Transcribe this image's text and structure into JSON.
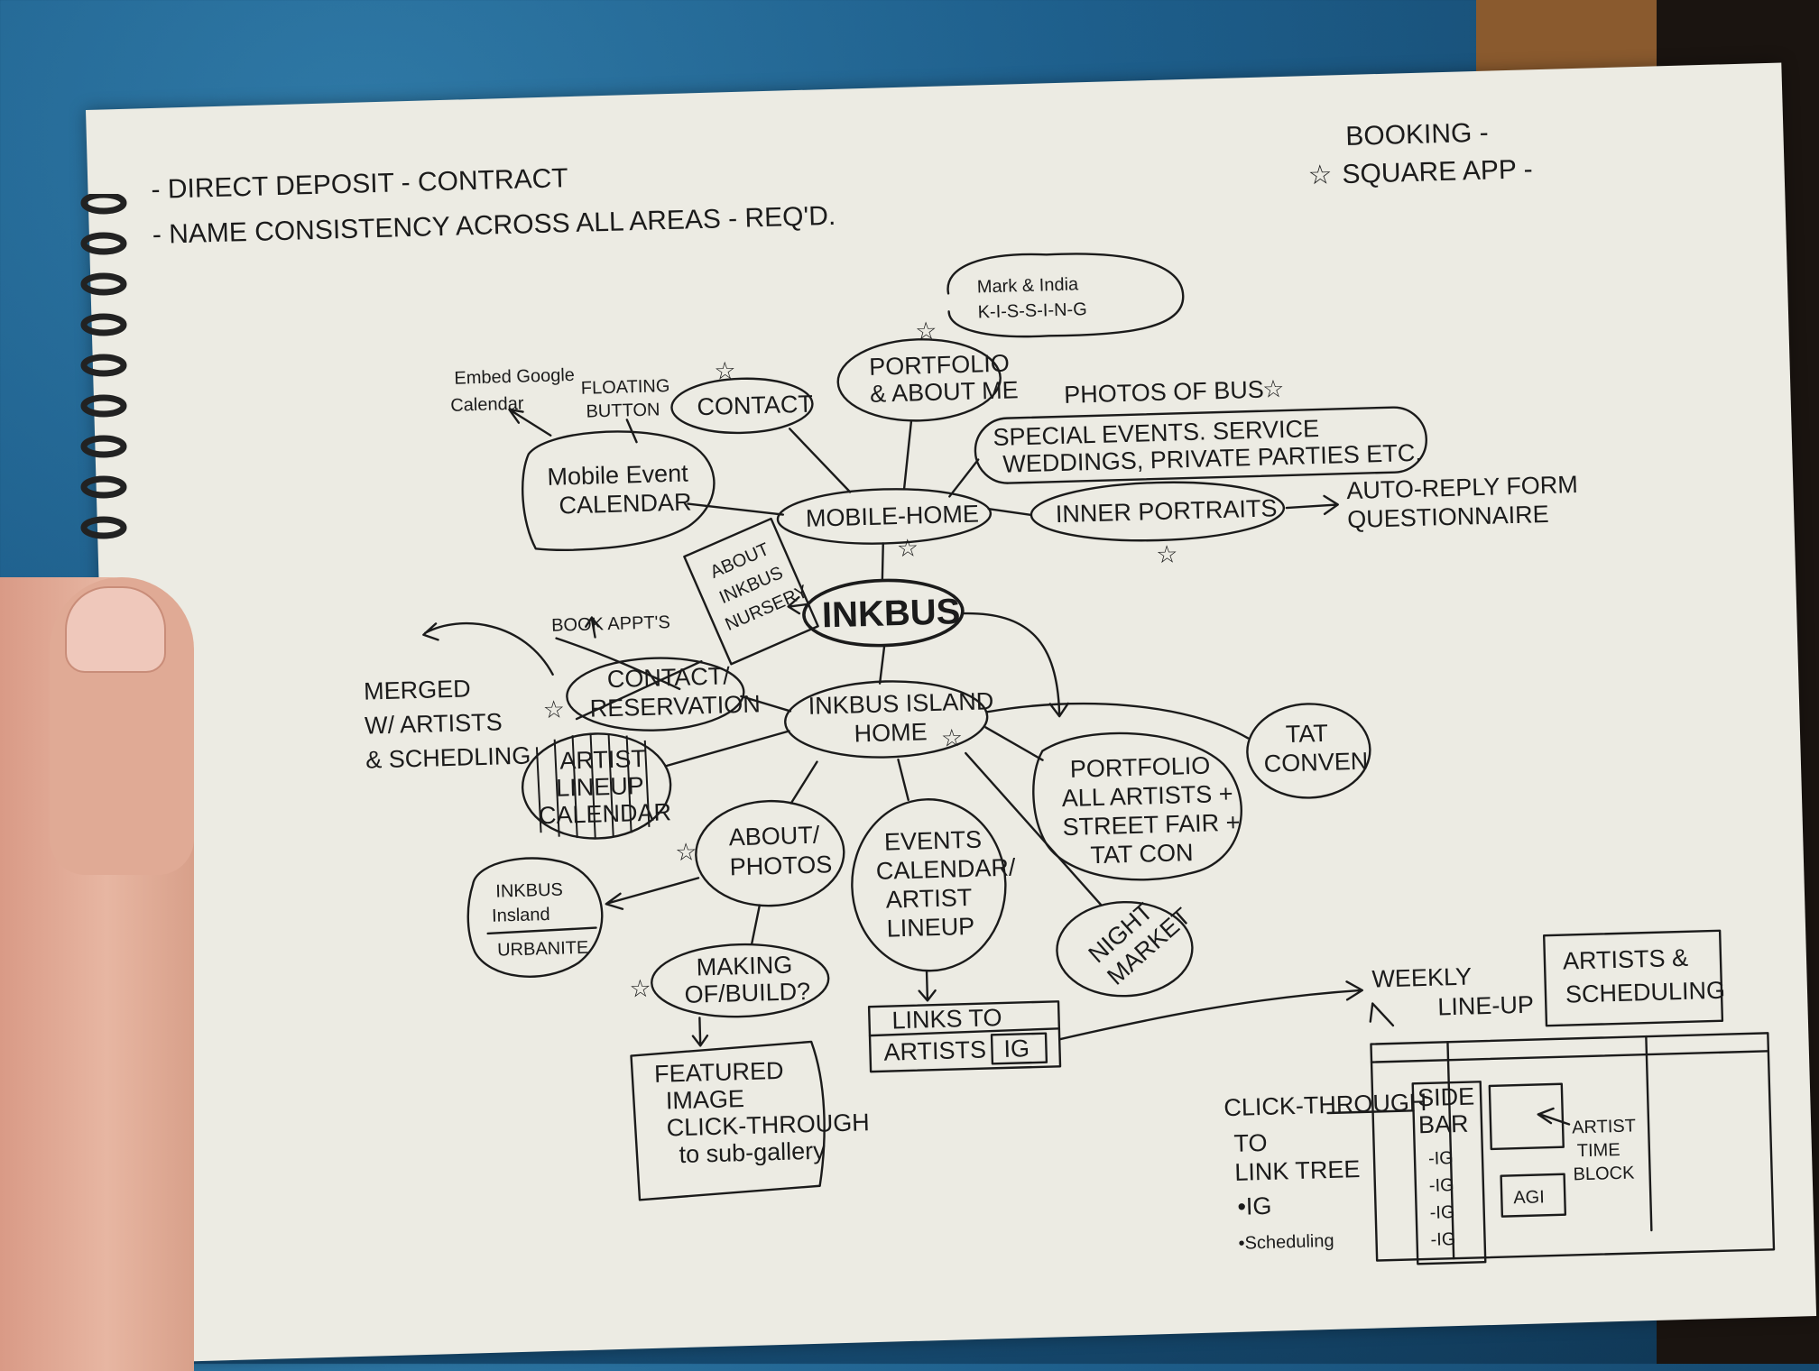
{
  "notes": {
    "line1": "- DIRECT DEPOSIT - CONTRACT",
    "line2": "- NAME CONSISTENCY ACROSS ALL AREAS - REQ'D.",
    "booking1": "BOOKING -",
    "booking2": "SQUARE APP -"
  },
  "mobile": {
    "portfolio": [
      "PORTFOLIO",
      "& ABOUT ME"
    ],
    "kissing": [
      "Mark & India",
      "K-I-S-S-I-N-G"
    ],
    "contact": "CONTACT",
    "embed": [
      "Embed Google",
      "Calendar"
    ],
    "floating": [
      "FLOATING",
      "BUTTON"
    ],
    "calendar": [
      "Mobile Event",
      "CALENDAR"
    ],
    "photos_bus": "PHOTOS OF BUS",
    "special": [
      "SPECIAL EVENTS. SERVICE",
      "WEDDINGS, PRIVATE PARTIES ETC."
    ],
    "home": "MOBILE-HOME",
    "inner": "INNER PORTRAITS",
    "autoreply": [
      "AUTO-REPLY FORM",
      "QUESTIONNAIRE"
    ]
  },
  "center": {
    "title": "INKBUS",
    "about_nursery": [
      "ABOUT",
      "INKBUS",
      "NURSERY"
    ]
  },
  "island": {
    "home": [
      "INKBUS ISLAND",
      "HOME"
    ],
    "book": "BOOK APPT'S",
    "contact": [
      "CONTACT/",
      "RESERVATION"
    ],
    "merged": [
      "MERGED",
      "W/ ARTISTS",
      "& SCHEDLING"
    ],
    "lineup": [
      "ARTIST",
      "LINEUP",
      "CALENDAR"
    ],
    "about": [
      "ABOUT/",
      "PHOTOS"
    ],
    "inkbus_island": [
      "INKBUS",
      "Insland"
    ],
    "urbanite": "URBANITE",
    "making": [
      "MAKING",
      "OF/BUILD?"
    ],
    "featured": [
      "FEATURED",
      "IMAGE",
      "CLICK-THROUGH",
      "to sub-gallery"
    ],
    "events": [
      "EVENTS",
      "CALENDAR/",
      "ARTIST",
      "LINEUP"
    ],
    "links": [
      "LINKS TO",
      "ARTISTS"
    ],
    "ig": "IG",
    "night": [
      "NIGHT",
      "MARKET"
    ],
    "portfolio": [
      "PORTFOLIO",
      "ALL ARTISTS +",
      "STREET FAIR +",
      "TAT CON"
    ],
    "tat": [
      "TAT",
      "CONVEN"
    ]
  },
  "wireframe": {
    "weekly": [
      "WEEKLY",
      "LINE-UP"
    ],
    "artists": [
      "ARTISTS &",
      "SCHEDULING"
    ],
    "click": "CLICK-THROUGH",
    "link_tree": [
      "TO",
      "LINK TREE"
    ],
    "ig_bullet": "•IG",
    "sched_bullet": "•Scheduling",
    "sidebar": [
      "SIDE",
      "BAR"
    ],
    "ig_items": [
      "-IG",
      "-IG",
      "-IG",
      "-IG"
    ],
    "artist_block": [
      "ARTIST",
      "TIME",
      "BLOCK"
    ],
    "agi": "AGI"
  }
}
